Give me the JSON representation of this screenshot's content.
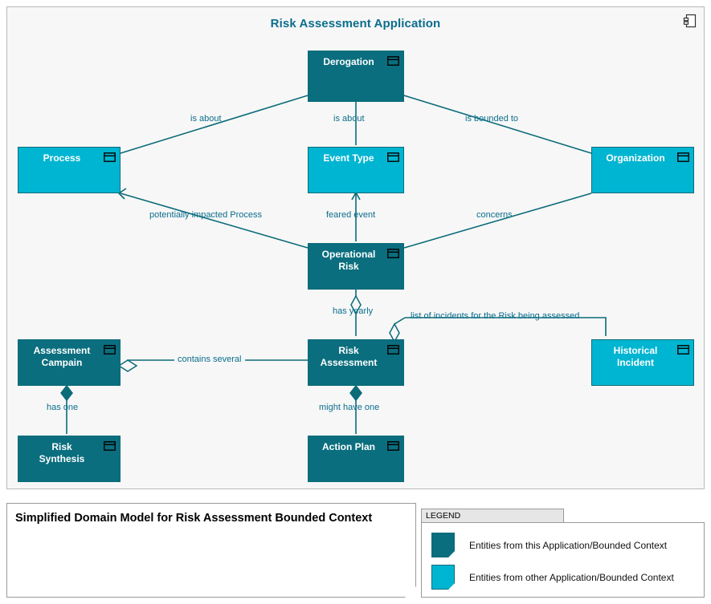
{
  "frame": {
    "title": "Risk Assessment Application",
    "corner_icon": "uml-package-icon",
    "accent_color": "#0a6e8c",
    "background": "#f7f7f7"
  },
  "palette": {
    "entity_dark": "#0a6e7e",
    "entity_light": "#00b5d1",
    "connector": "#0b6b79",
    "label_text": "#0a6e8c"
  },
  "entities": [
    {
      "id": "derogation",
      "label": "Derogation",
      "lines": [
        "Derogation"
      ],
      "kind": "dark",
      "icon": "uml-class-icon"
    },
    {
      "id": "process",
      "label": "Process",
      "lines": [
        "Process"
      ],
      "kind": "light",
      "icon": "uml-class-icon"
    },
    {
      "id": "event-type",
      "label": "Event Type",
      "lines": [
        "Event Type"
      ],
      "kind": "light",
      "icon": "uml-class-icon"
    },
    {
      "id": "organization",
      "label": "Organization",
      "lines": [
        "Organization"
      ],
      "kind": "light",
      "icon": "uml-class-icon"
    },
    {
      "id": "operational-risk",
      "label": "Operational Risk",
      "lines": [
        "Operational",
        "Risk"
      ],
      "kind": "dark",
      "icon": "uml-class-icon"
    },
    {
      "id": "assessment-campain",
      "label": "Assessment Campain",
      "lines": [
        "Assessment",
        "Campain"
      ],
      "kind": "dark",
      "icon": "uml-class-icon"
    },
    {
      "id": "risk-assessment",
      "label": "Risk Assessment",
      "lines": [
        "Risk",
        "Assessment"
      ],
      "kind": "dark",
      "icon": "uml-class-icon"
    },
    {
      "id": "historical-incident",
      "label": "Historical Incident",
      "lines": [
        "Historical",
        "Incident"
      ],
      "kind": "light",
      "icon": "uml-class-icon"
    },
    {
      "id": "risk-synthesis",
      "label": "Risk Synthesis",
      "lines": [
        "Risk",
        "Synthesis"
      ],
      "kind": "dark",
      "icon": "uml-class-icon"
    },
    {
      "id": "action-plan",
      "label": "Action Plan",
      "lines": [
        "Action Plan"
      ],
      "kind": "dark",
      "icon": "uml-class-icon"
    }
  ],
  "relationships": [
    {
      "id": "derogation-process",
      "label": "is about",
      "from": "derogation",
      "to": "process",
      "marker": "none"
    },
    {
      "id": "derogation-event-type",
      "label": "is about",
      "from": "derogation",
      "to": "event-type",
      "marker": "none"
    },
    {
      "id": "derogation-organization",
      "label": "is bounded to",
      "from": "derogation",
      "to": "organization",
      "marker": "none"
    },
    {
      "id": "operational-risk-process",
      "label": "potentially impacted Process",
      "from": "operational-risk",
      "to": "process",
      "marker": "arrow"
    },
    {
      "id": "operational-risk-event-type",
      "label": "feared event",
      "from": "operational-risk",
      "to": "event-type",
      "marker": "arrow"
    },
    {
      "id": "operational-risk-organization",
      "label": "concerns",
      "from": "operational-risk",
      "to": "organization",
      "marker": "none"
    },
    {
      "id": "operational-risk-risk-assessment",
      "label": "has yearly",
      "from": "operational-risk",
      "to": "risk-assessment",
      "marker": "aggregation"
    },
    {
      "id": "risk-assessment-historical-incident",
      "label": "list of incidents for the Risk being assessed",
      "from": "risk-assessment",
      "to": "historical-incident",
      "marker": "aggregation"
    },
    {
      "id": "assessment-campain-risk-assessment",
      "label": "contains several",
      "from": "assessment-campain",
      "to": "risk-assessment",
      "marker": "aggregation"
    },
    {
      "id": "assessment-campain-risk-synthesis",
      "label": "has one",
      "from": "assessment-campain",
      "to": "risk-synthesis",
      "marker": "composition"
    },
    {
      "id": "risk-assessment-action-plan",
      "label": "might have one",
      "from": "risk-assessment",
      "to": "action-plan",
      "marker": "composition"
    }
  ],
  "caption": {
    "text": "Simplified Domain Model for Risk Assessment Bounded Context"
  },
  "legend": {
    "tab_label": "LEGEND",
    "items": [
      {
        "swatch": "dark",
        "text": "Entities from this Application/Bounded Context"
      },
      {
        "swatch": "light",
        "text": "Entities from other Application/Bounded Context"
      }
    ]
  }
}
